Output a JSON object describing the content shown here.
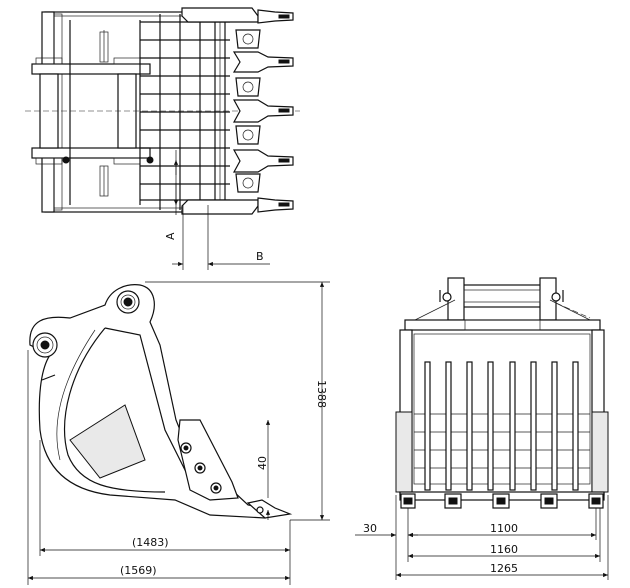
{
  "labels": {
    "a": "A",
    "b": "B"
  },
  "dimensions": {
    "height_1388": "1388",
    "depth_40": "40",
    "length_1483": "(1483)",
    "length_1569": "(1569)",
    "side_30": "30",
    "width_1100": "1100",
    "width_1160": "1160",
    "width_1265": "1265"
  }
}
